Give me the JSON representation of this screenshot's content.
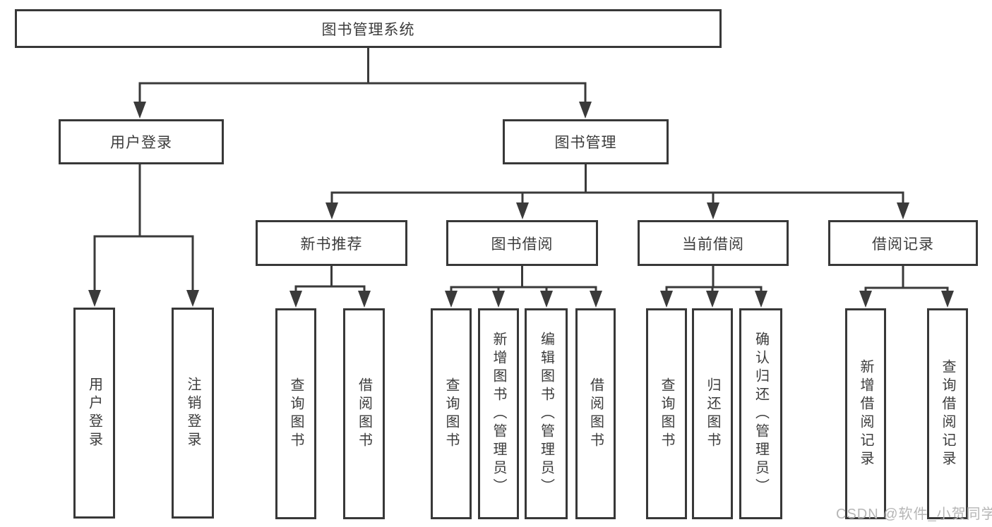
{
  "tree": {
    "title": "图书管理系统",
    "children": [
      {
        "title": "用户登录",
        "children": [
          {
            "title": "用户登录"
          },
          {
            "title": "注销登录"
          }
        ]
      },
      {
        "title": "图书管理",
        "children": [
          {
            "title": "新书推荐",
            "children": [
              {
                "title": "查询图书"
              },
              {
                "title": "借阅图书"
              }
            ]
          },
          {
            "title": "图书借阅",
            "children": [
              {
                "title": "查询图书"
              },
              {
                "title": "新增图书（管理员）"
              },
              {
                "title": "编辑图书（管理员）"
              },
              {
                "title": "借阅图书"
              }
            ]
          },
          {
            "title": "当前借阅",
            "children": [
              {
                "title": "查询图书"
              },
              {
                "title": "归还图书"
              },
              {
                "title": "确认归还（管理员）"
              }
            ]
          },
          {
            "title": "借阅记录",
            "children": [
              {
                "title": "新增借阅记录"
              },
              {
                "title": "查询借阅记录"
              }
            ]
          }
        ]
      }
    ]
  },
  "watermark": {
    "text": "CSDN @软件_小贺同学"
  },
  "colors": {
    "line": "#3a3a3a",
    "text": "#3c3c3c",
    "watermark": "#b6b6b6",
    "background": "#ffffff"
  }
}
